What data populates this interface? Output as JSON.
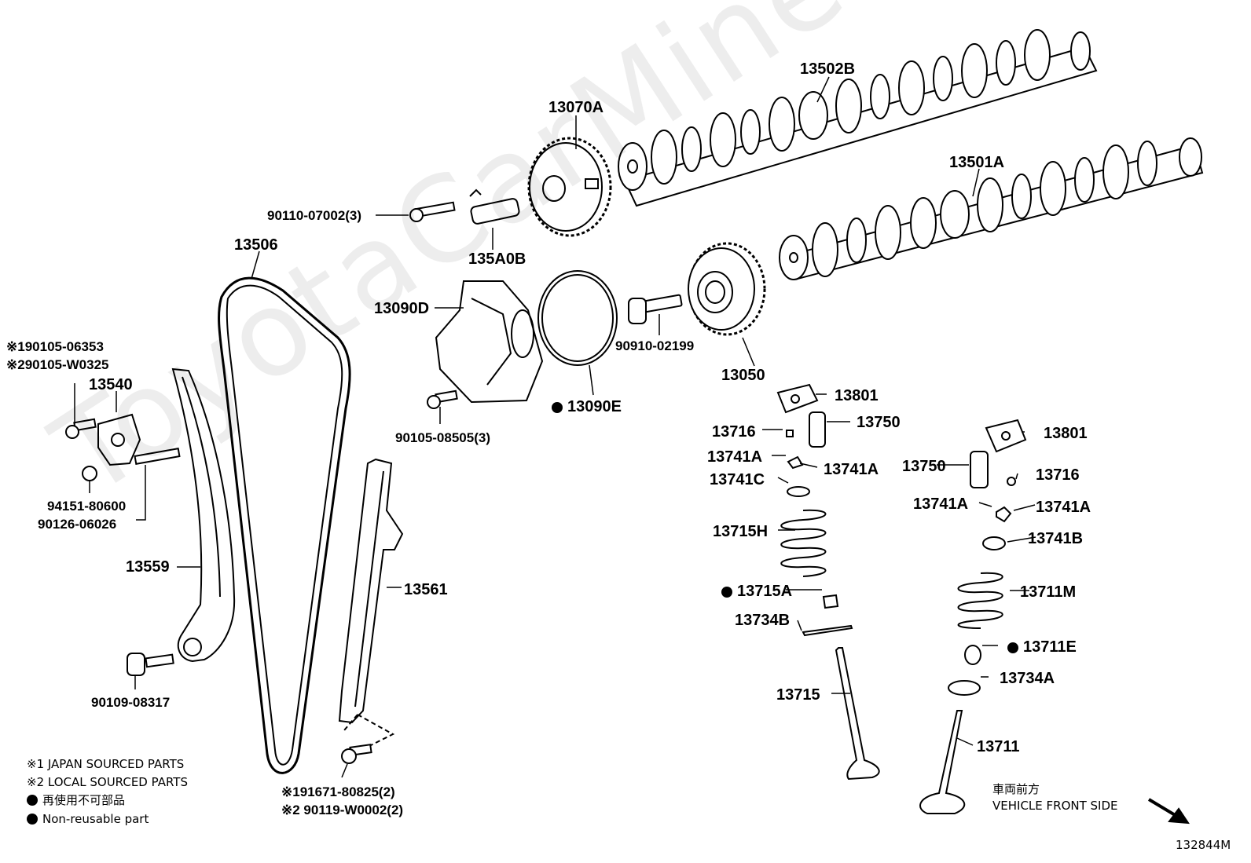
{
  "diagram": {
    "watermark": "ToyotaCarMine.ru",
    "drawing_id": "132844M",
    "front_jp": "車両前方",
    "front_en": "VEHICLE FRONT SIDE"
  },
  "parts": {
    "p13502B": "13502B",
    "p13501A": "13501A",
    "p13070A": "13070A",
    "p90110": "90110-07002(3)",
    "p135A0B": "135A0B",
    "p13506": "13506",
    "p13090D": "13090D",
    "p90910": "90910-02199",
    "p13050": "13050",
    "p13090E": "13090E",
    "p90105_08505": "90105-08505(3)",
    "p90105_06353": "※190105-06353",
    "p90105_W0325": "※290105-W0325",
    "p13540": "13540",
    "p94151": "94151-80600",
    "p90126": "90126-06026",
    "p13559": "13559",
    "p13561": "13561",
    "p90109": "90109-08317",
    "p91671": "※191671-80825(2)",
    "p90119": "※2 90119-W0002(2)",
    "p13801a": "13801",
    "p13716a": "13716",
    "p13750a": "13750",
    "p13741Aa": "13741A",
    "p13741Ab": "13741A",
    "p13741C": "13741C",
    "p13715H": "13715H",
    "p13715A": "13715A",
    "p13734B": "13734B",
    "p13715": "13715",
    "p13801b": "13801",
    "p13750b": "13750",
    "p13716b": "13716",
    "p13741Ac": "13741A",
    "p13741Ad": "13741A",
    "p13741B": "13741B",
    "p13711M": "13711M",
    "p13711E": "13711E",
    "p13734A": "13734A",
    "p13711": "13711"
  },
  "legend": {
    "japan": "※1 JAPAN SOURCED PARTS",
    "local": "※2 LOCAL SOURCED PARTS",
    "nonreuse_jp": "再使用不可部品",
    "nonreuse_en": "Non-reusable part"
  }
}
